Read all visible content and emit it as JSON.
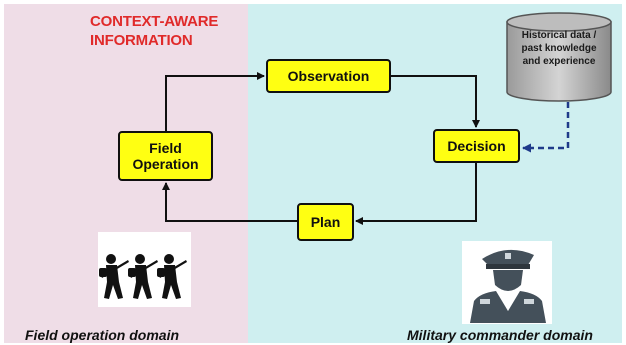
{
  "title": {
    "line1": "CONTEXT-AWARE",
    "line2": "INFORMATION"
  },
  "nodes": {
    "observation": "Observation",
    "decision": "Decision",
    "plan": "Plan",
    "field_operation": {
      "line1": "Field",
      "line2": "Operation"
    }
  },
  "database": {
    "line1": "Historical data /",
    "line2": "past knowledge",
    "line3": "and experience"
  },
  "domains": {
    "left": "Field operation domain",
    "right": "Military commander domain"
  },
  "colors": {
    "left_panel": "#efdde7",
    "right_panel": "#cfeff0",
    "node_fill": "#ffff12",
    "title": "#e02a2a",
    "dashed_arrow": "#1f3a8a"
  },
  "icons": [
    "soldiers-icon",
    "military-commander-icon",
    "database-icon"
  ]
}
